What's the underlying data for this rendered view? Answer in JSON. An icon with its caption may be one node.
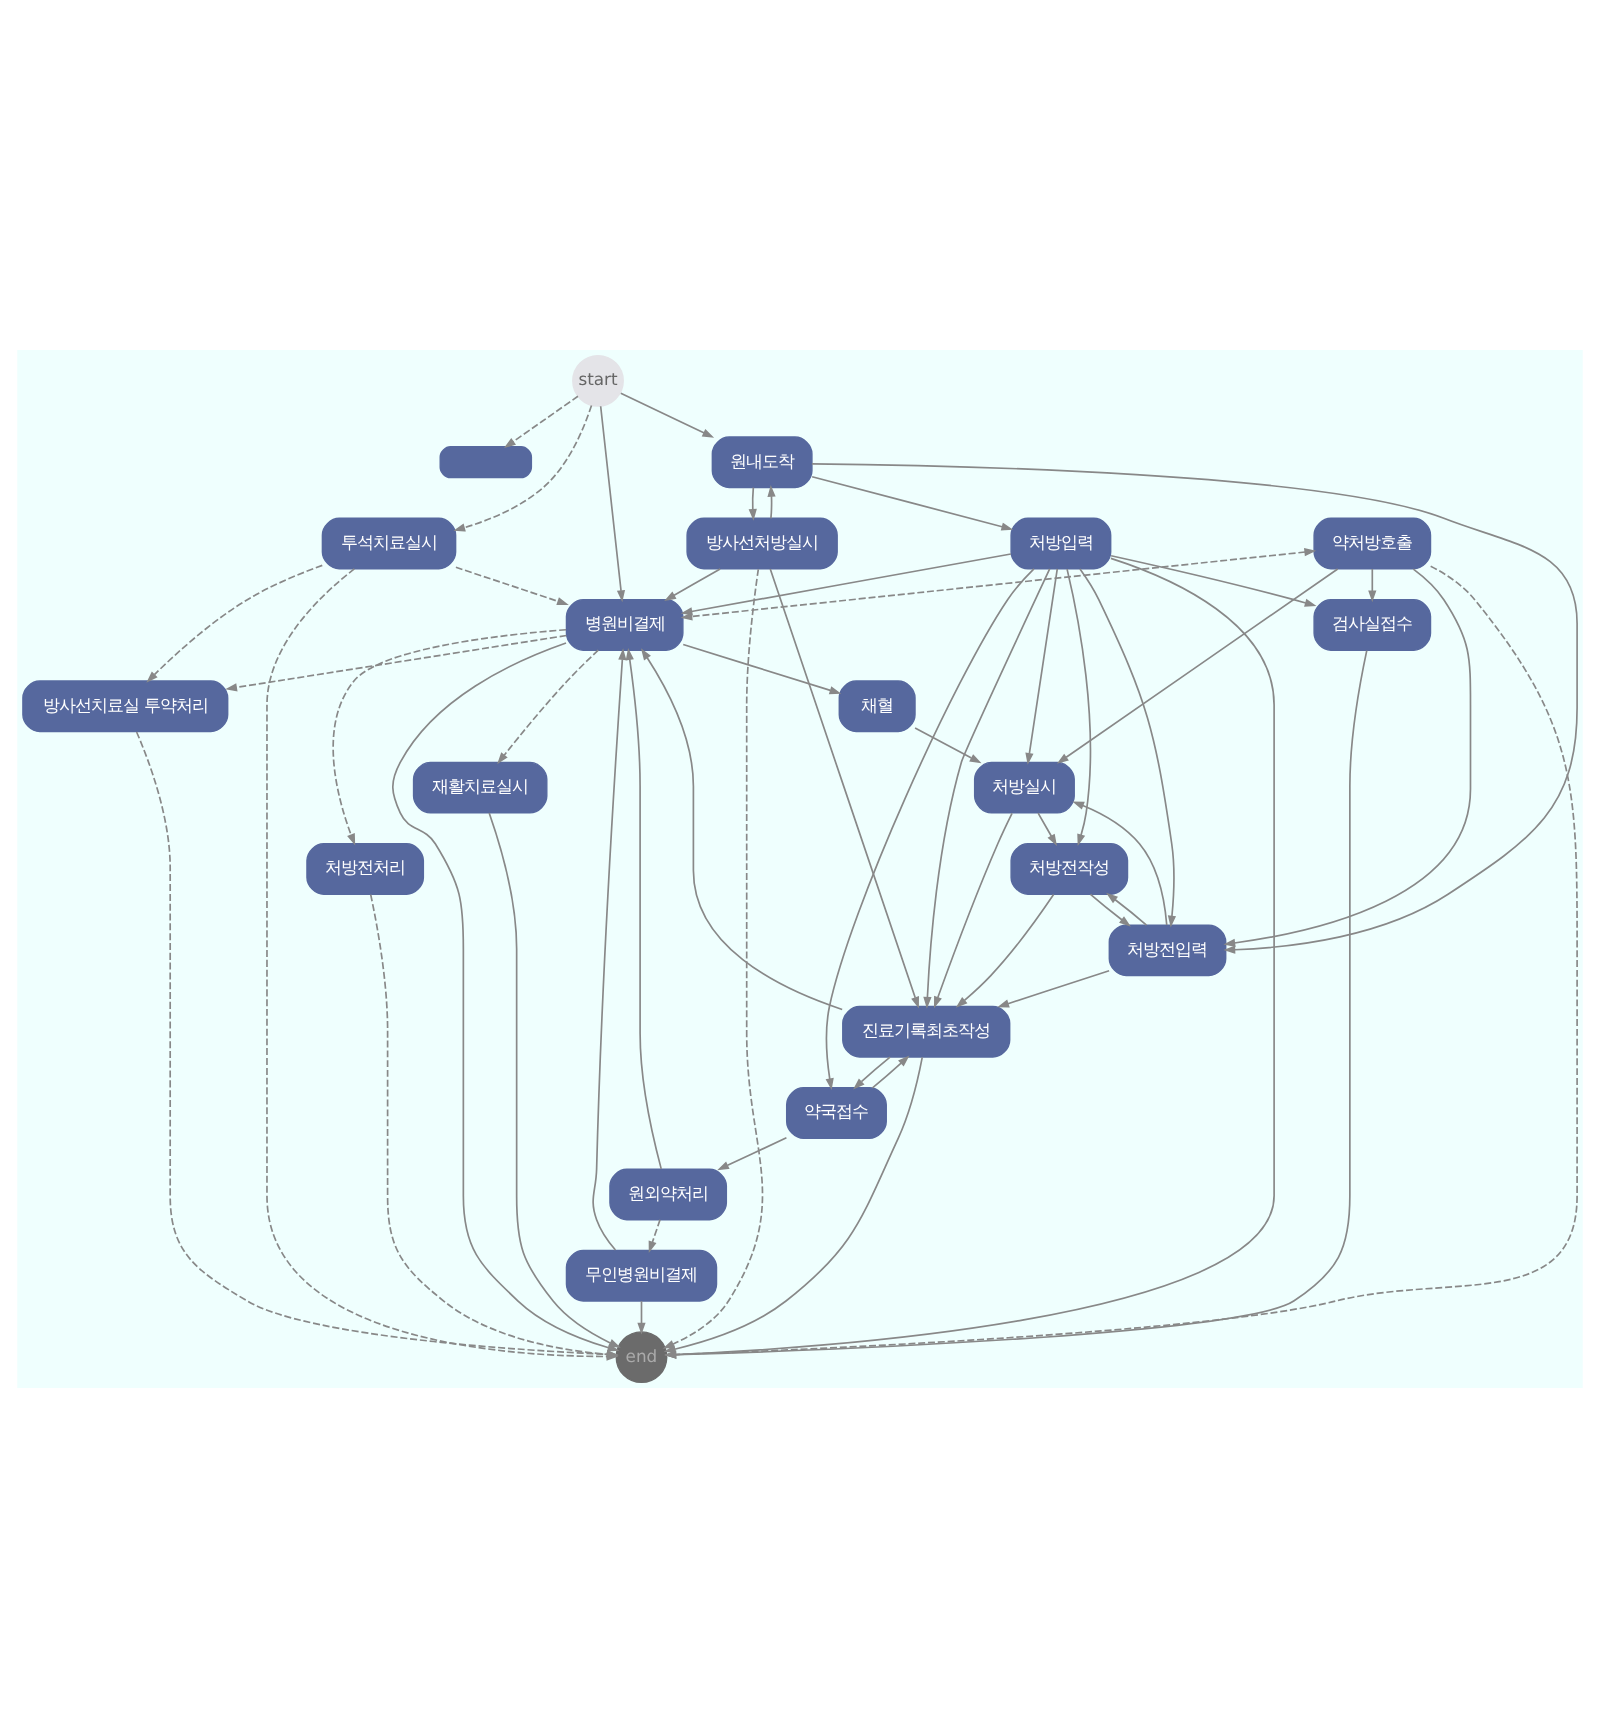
{
  "diagram": {
    "nodes": [
      {
        "text": [
          "start"
        ]
      },
      {
        "text": [
          "채혈"
        ]
      },
      {
        "text": [],
        "shape": "box"
      },
      {
        "text": [
          "투석치료실시"
        ]
      },
      {
        "text": [
          "방사선치료실 투약처리"
        ]
      },
      {
        "text": [
          "원내도착"
        ]
      },
      {
        "text": [
          "처방입력"
        ]
      },
      {
        "text": [
          "방사선처방실시"
        ]
      },
      {
        "text": [
          "검사실접수"
        ]
      },
      {
        "text": [
          "약처방호출"
        ]
      },
      {
        "text": [
          "처방전입력"
        ]
      },
      {
        "text": [
          "처방실시"
        ]
      },
      {
        "text": [
          "처방전작성"
        ]
      },
      {
        "text": [
          "진료기록최초작성"
        ]
      },
      {
        "text": [
          "약국접수"
        ]
      },
      {
        "text": [
          "원외약처리"
        ]
      },
      {
        "text": [
          "무인병원비결제"
        ]
      },
      {
        "text": [
          "병원비결제"
        ]
      },
      {
        "text": [
          "재활치료실시"
        ]
      },
      {
        "text": [
          "처방전처리"
        ]
      },
      {
        "text": [
          "end"
        ]
      }
    ],
    "edges": [
      {
        "from": 0,
        "to": 5,
        "arrow": "to"
      },
      {
        "from": 0,
        "to": 17,
        "arrow": "to"
      },
      {
        "from": 0,
        "to": 2,
        "arrow": "to",
        "style": "dashed"
      },
      {
        "from": 0,
        "to": 3,
        "arrow": "to",
        "style": "dashed"
      },
      {
        "from": 3,
        "to": 4,
        "arrow": "to",
        "style": "dashed"
      },
      {
        "from": 3,
        "to": 17,
        "arrow": "to",
        "style": "dashed"
      },
      {
        "from": 3,
        "to": 20,
        "arrow": "to",
        "style": "dashed"
      },
      {
        "from": 4,
        "to": 20,
        "arrow": "to",
        "style": "dashed"
      },
      {
        "from": 17,
        "to": 4,
        "arrow": "to",
        "style": "dashed"
      },
      {
        "from": 5,
        "to": 6,
        "arrow": "to"
      },
      {
        "from": 5,
        "to": 7,
        "arrow": "to"
      },
      {
        "from": 7,
        "to": 5,
        "arrow": "to"
      },
      {
        "from": 5,
        "to": 10,
        "arrow": "to"
      },
      {
        "from": 7,
        "to": 13,
        "arrow": "to"
      },
      {
        "from": 7,
        "to": 17,
        "arrow": "to"
      },
      {
        "from": 7,
        "to": 20,
        "arrow": "to",
        "style": "dashed"
      },
      {
        "from": 17,
        "to": 1,
        "arrow": "to"
      },
      {
        "from": 1,
        "to": 11,
        "arrow": "to"
      },
      {
        "from": 6,
        "to": 8,
        "arrow": "to"
      },
      {
        "from": 6,
        "to": 10,
        "arrow": "to"
      },
      {
        "from": 6,
        "to": 11,
        "arrow": "to"
      },
      {
        "from": 6,
        "to": 12,
        "arrow": "to"
      },
      {
        "from": 6,
        "to": 13,
        "arrow": "to"
      },
      {
        "from": 6,
        "to": 14,
        "arrow": "to"
      },
      {
        "from": 6,
        "to": 17,
        "arrow": "to"
      },
      {
        "from": 6,
        "to": 20,
        "arrow": "to"
      },
      {
        "from": 8,
        "to": 20,
        "arrow": "to"
      },
      {
        "from": 9,
        "to": 8,
        "arrow": "to"
      },
      {
        "from": 9,
        "to": 10,
        "arrow": "to"
      },
      {
        "from": 9,
        "to": 11,
        "arrow": "to"
      },
      {
        "from": 9,
        "to": 17,
        "arrow": "both",
        "style": "dashed"
      },
      {
        "from": 9,
        "to": 20,
        "arrow": "to",
        "style": "dashed"
      },
      {
        "from": 10,
        "to": 11,
        "arrow": "to"
      },
      {
        "from": 10,
        "to": 12,
        "arrow": "to"
      },
      {
        "from": 12,
        "to": 10,
        "arrow": "to"
      },
      {
        "from": 10,
        "to": 13,
        "arrow": "to"
      },
      {
        "from": 11,
        "to": 12,
        "arrow": "to"
      },
      {
        "from": 11,
        "to": 13,
        "arrow": "to"
      },
      {
        "from": 12,
        "to": 13,
        "arrow": "to"
      },
      {
        "from": 13,
        "to": 14,
        "arrow": "to"
      },
      {
        "from": 14,
        "to": 13,
        "arrow": "to"
      },
      {
        "from": 13,
        "to": 17,
        "arrow": "to"
      },
      {
        "from": 13,
        "to": 20,
        "arrow": "to"
      },
      {
        "from": 14,
        "to": 15,
        "arrow": "to"
      },
      {
        "from": 15,
        "to": 16,
        "arrow": "to",
        "style": "dashed"
      },
      {
        "from": 15,
        "to": 17,
        "arrow": "to"
      },
      {
        "from": 16,
        "to": 17,
        "arrow": "to"
      },
      {
        "from": 16,
        "to": 20,
        "arrow": "to"
      },
      {
        "from": 17,
        "to": 18,
        "arrow": "to",
        "style": "dashed"
      },
      {
        "from": 17,
        "to": 19,
        "arrow": "to",
        "style": "dashed"
      },
      {
        "from": 17,
        "to": 20,
        "arrow": "to"
      },
      {
        "from": 18,
        "to": 20,
        "arrow": "to"
      },
      {
        "from": 19,
        "to": 20,
        "arrow": "to",
        "style": "dashed"
      }
    ]
  }
}
